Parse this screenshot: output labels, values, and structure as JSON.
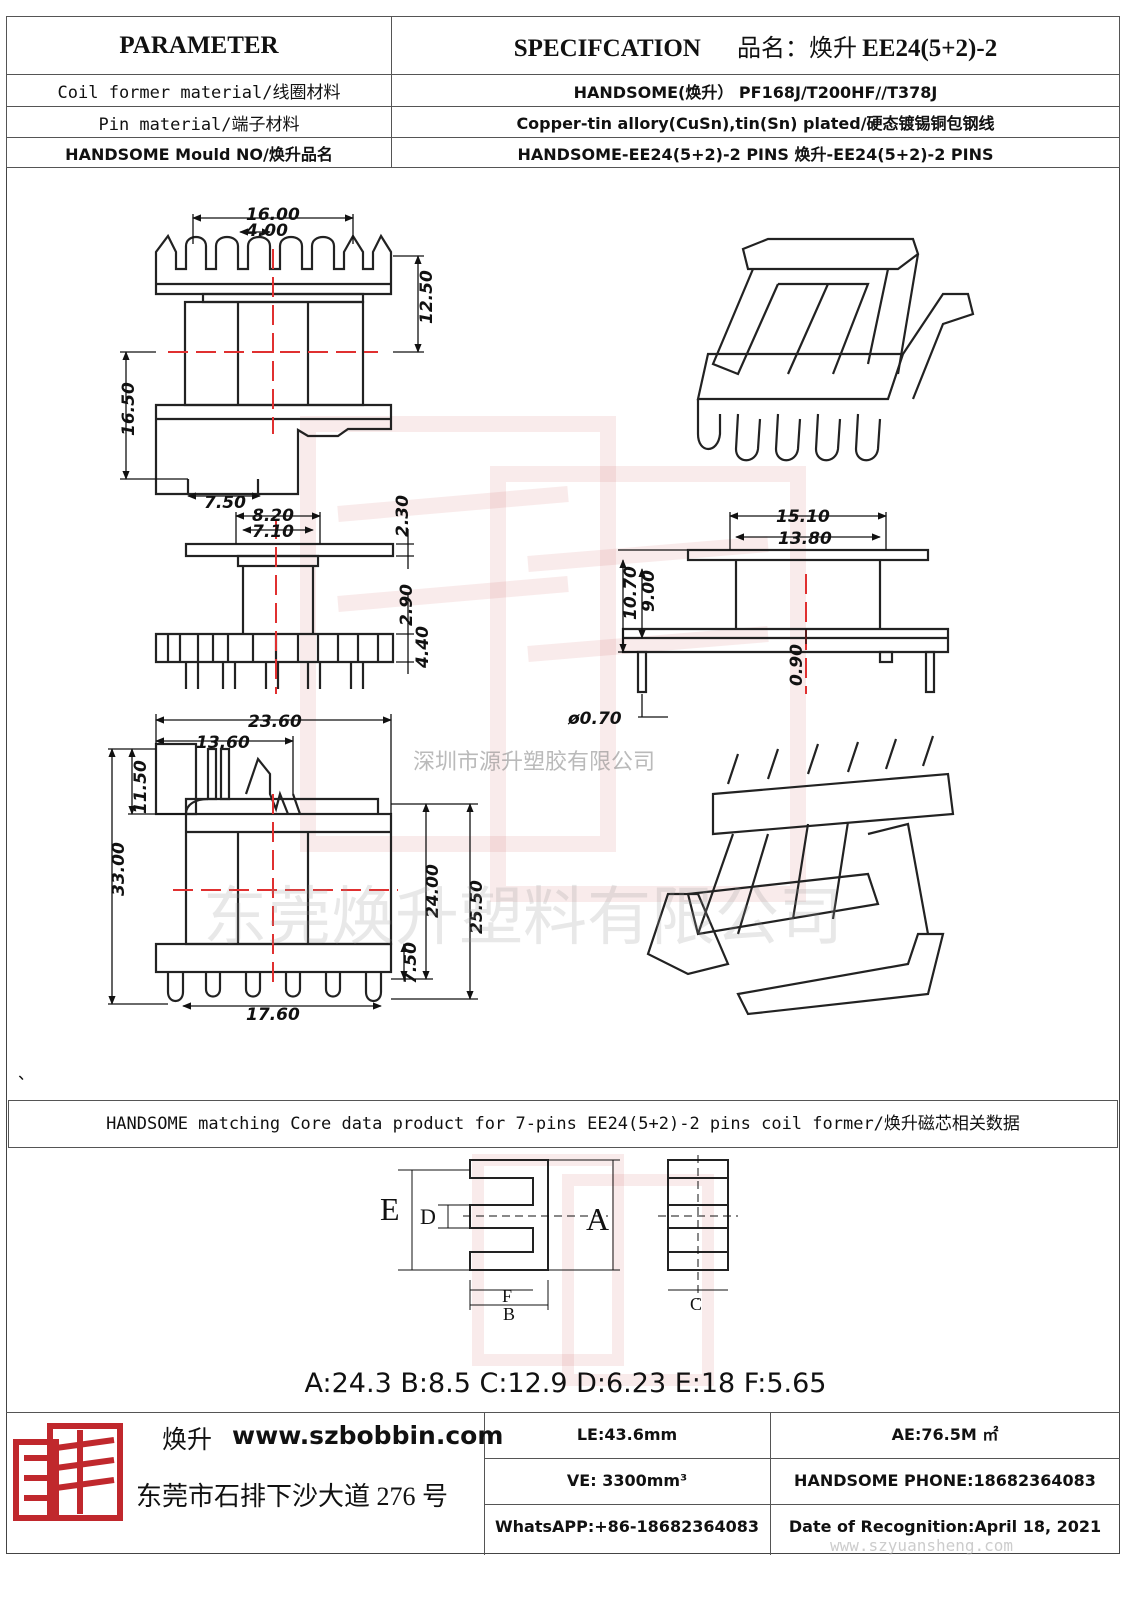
{
  "header": {
    "parameter_title": "PARAMETER",
    "spec_title": "SPECIFCATION",
    "product_name_label": "品名：焕升",
    "product_name_value": "EE24(5+2)-2",
    "rows": [
      {
        "label": "Coil former material/线圈材料",
        "value": "HANDSOME(焕升）  PF168J/T200HF//T378J"
      },
      {
        "label": "Pin material/端子材料",
        "value": "Copper-tin allory(CuSn),tin(Sn) plated/硬态镀锡铜包钢线"
      },
      {
        "label": "HANDSOME Mould NO/焕升品名",
        "value": "HANDSOME-EE24(5+2)-2 PINS    焕升-EE24(5+2)-2 PINS"
      }
    ]
  },
  "drawing": {
    "dims_top": [
      "16.00",
      "4.00",
      "12.50",
      "16.50",
      "7.50"
    ],
    "dims_side": [
      "8.20",
      "7.10",
      "2.30",
      "2.90",
      "4.40"
    ],
    "dims_right": [
      "15.10",
      "13.80",
      "10.70",
      "9.00",
      "0.90",
      "ø0.70"
    ],
    "dims_bottom": [
      "23.60",
      "13.60",
      "11.50",
      "33.00",
      "24.00",
      "25.50",
      "7.50",
      "17.60"
    ],
    "watermark_small": "深圳市源升塑胶有限公司",
    "watermark_large": "东莞焕升塑料有限公司",
    "tick": "、"
  },
  "core": {
    "title": "HANDSOME matching Core data  product for 7-pins EE24(5+2)-2 pins coil former/焕升磁芯相关数据",
    "letters": [
      "E",
      "D",
      "A",
      "F",
      "B",
      "C"
    ],
    "values_line": "A:24.3 B:8.5 C:12.9 D:6.23 E:18 F:5.65"
  },
  "footer": {
    "brand": "焕升",
    "website": "www.szbobbin.com",
    "address": "东莞市石排下沙大道 276 号",
    "le": "LE:43.6mm",
    "ae": "AE:76.5M ㎡",
    "ve": "VE: 3300mm³",
    "phone": "HANDSOME PHONE:18682364083",
    "whatsapp": "WhatsAPP:+86-18682364083",
    "date": "Date of Recognition:April 18, 2021",
    "watermark_url": "www.szyuansheng.com"
  },
  "colors": {
    "line": "#222222",
    "dim": "#111111",
    "center_line": "#e03030",
    "logo_red": "#c0282d"
  }
}
